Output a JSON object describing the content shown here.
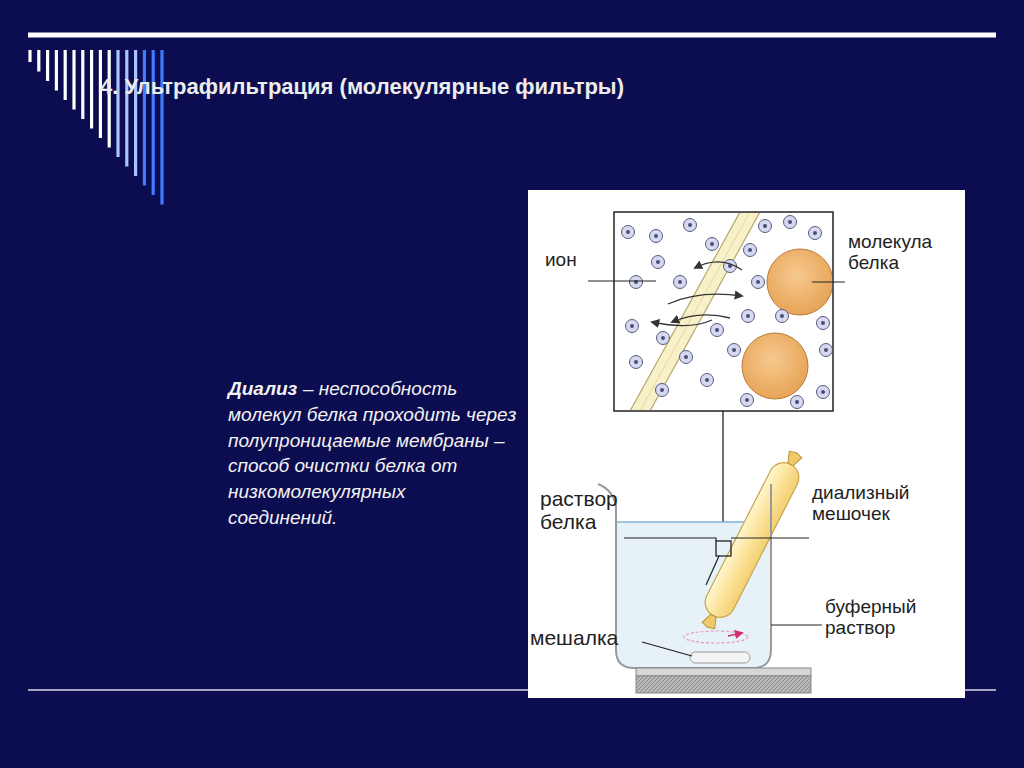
{
  "diagram": {
    "title": "4. Ультрафильтрация (молекулярные фильтры)",
    "labels": [
      "Диализ",
      "– неспособность молекул белка проходить через полупроницаемые мембраны – способ очистки белка от низкомолекулярных соединений.",
      "ион",
      "молекула белка",
      "раствор белка",
      "диализный мешочек",
      "буферный раствор",
      "мешалка"
    ]
  }
}
